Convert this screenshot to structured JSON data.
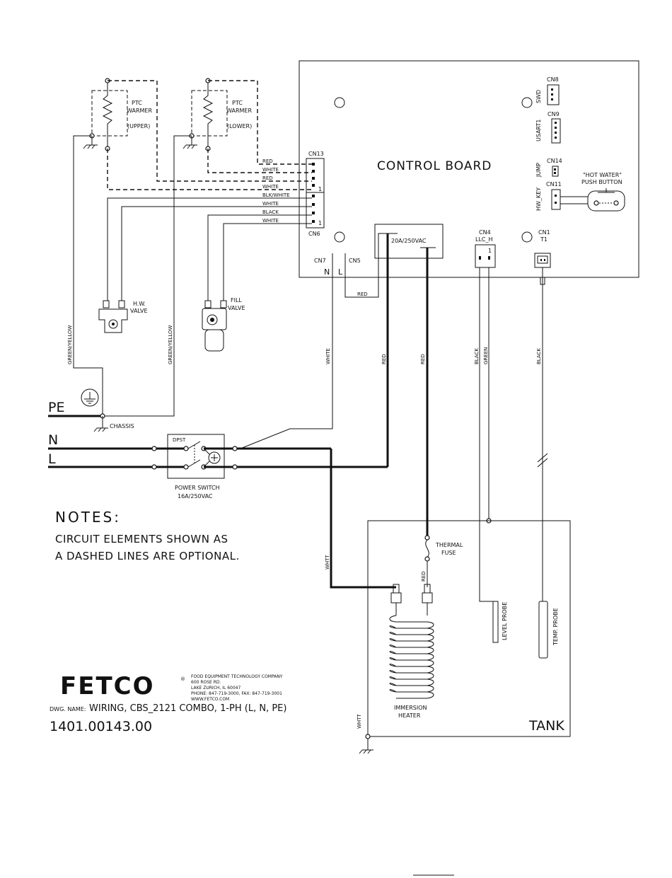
{
  "board": {
    "title": "CONTROL BOARD",
    "cn8": "CN8",
    "swd": "SWD",
    "cn9": "CN9",
    "usart1": "USART1",
    "cn14": "CN14",
    "jump": "JUMP",
    "cn11": "CN11",
    "hw_key": "HW_KEY",
    "cn13": "CN13",
    "cn6": "CN6",
    "cn7": "CN7",
    "cn5": "CN5",
    "n": "N",
    "l": "L",
    "relay": "20A/250VAC",
    "cn4": "CN4",
    "llc_h": "LLC_H",
    "pin1": "1",
    "cn1": "CN1",
    "t1": "T1"
  },
  "push_button": {
    "line1": "\"HOT WATER\"",
    "line2": "PUSH BUTTON"
  },
  "warmers": {
    "upper": [
      "PTC",
      "WARMER",
      "(UPPER)"
    ],
    "lower": [
      "PTC",
      "WARMER",
      "(LOWER)"
    ]
  },
  "wires": {
    "red": "RED",
    "white": "WHITE",
    "blk_white": "BLK/WHITE",
    "black": "BLACK",
    "green_yellow": "GREEN/YELLOW",
    "green": "GREEN",
    "whtt": "WHTT"
  },
  "valves": {
    "hw": [
      "H.W.",
      "VALVE"
    ],
    "fill": [
      "FILL",
      "VALVE"
    ]
  },
  "mains": {
    "pe": "PE",
    "n": "N",
    "l": "L",
    "chassis": "CHASSIS"
  },
  "power_switch": {
    "dpst": "DPST",
    "line1": "POWER SWITCH",
    "line2": "16A/250VAC"
  },
  "tank": {
    "label": "TANK",
    "thermal_fuse": [
      "THERMAL",
      "FUSE"
    ],
    "heater": [
      "IMMERSION",
      "HEATER"
    ],
    "level_probe": "LEVEL PROBE",
    "temp_probe": "TEMP. PROBE"
  },
  "notes": {
    "heading": "NOTES:",
    "line1": "CIRCUIT ELEMENTS SHOWN AS",
    "line2": "A DASHED LINES ARE OPTIONAL."
  },
  "title_block": {
    "logo": "FETCO",
    "company": "FOOD EQUIPMENT TECHNOLOGY COMPANY",
    "address1": "600 ROSE RD.",
    "address2": "LAKE ZURICH, IL 60047",
    "phone": "PHONE: 847-719-3000, FAX: 847-719-3001",
    "web": "WWW.FETCO.COM",
    "dwg_label": "DWG. NAME:",
    "dwg_name": "WIRING, CBS_2121 COMBO, 1-PH (L, N, PE)",
    "number": "1401.00143.00"
  }
}
